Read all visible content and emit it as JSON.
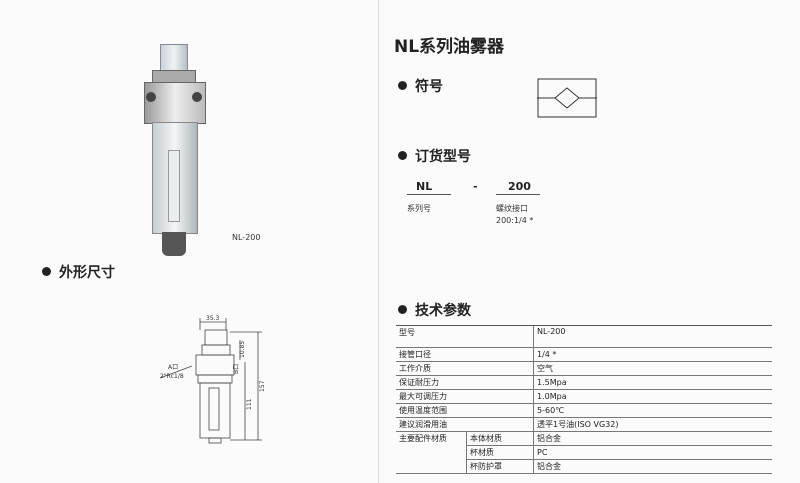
{
  "title": "NL系列油雾器",
  "sections": {
    "symbol": "符号",
    "order": "订货型号",
    "dimensions": "外形尺寸",
    "specs": "技术参数"
  },
  "photo_caption": "NL-200",
  "order_code": {
    "series_code": "NL",
    "dash": "-",
    "port_code": "200",
    "series_label": "系列号",
    "port_label": "螺纹接口",
    "port_value": "200:1/4 *"
  },
  "drawing": {
    "width": "35.3",
    "dim_top": "10.85",
    "height_total": "157",
    "height_lower": "111",
    "port_a": "A口",
    "port_b": "B口",
    "thread": "2\"Rc1/8"
  },
  "specs": {
    "rows": [
      {
        "label": "型号",
        "value": "NL-200"
      },
      {
        "label": "接管口径",
        "value": "1/4 *"
      },
      {
        "label": "工作介质",
        "value": "空气"
      },
      {
        "label": "保证耐压力",
        "value": "1.5Mpa"
      },
      {
        "label": "最大可调压力",
        "value": "1.0Mpa"
      },
      {
        "label": "使用温度范围",
        "value": "5-60℃"
      },
      {
        "label": "建议润滑用油",
        "value": "透平1号油(ISO VG32)"
      }
    ],
    "materials_label": "主要配件材质",
    "materials": [
      {
        "part": "本体材质",
        "value": "铝合金"
      },
      {
        "part": "杯材质",
        "value": "PC"
      },
      {
        "part": "杯防护罩",
        "value": "铝合金"
      }
    ]
  }
}
